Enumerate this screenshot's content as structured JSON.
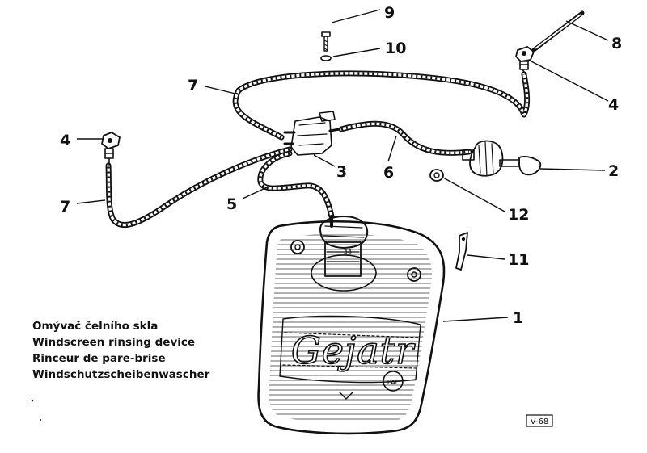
{
  "callouts": [
    "1",
    "2",
    "3",
    "4",
    "4",
    "5",
    "6",
    "7",
    "7",
    "8",
    "9",
    "10",
    "11",
    "12"
  ],
  "caption": {
    "cs": "Omývač čelního skla",
    "en": "Windscreen rinsing device",
    "fr": "Rinceur de pare-brise",
    "de": "Windschutzscheibenwascher"
  },
  "tank_brand": "Gejatr",
  "tank_badge": "PAL",
  "cap_mark": "38",
  "plate_code": "V-68"
}
